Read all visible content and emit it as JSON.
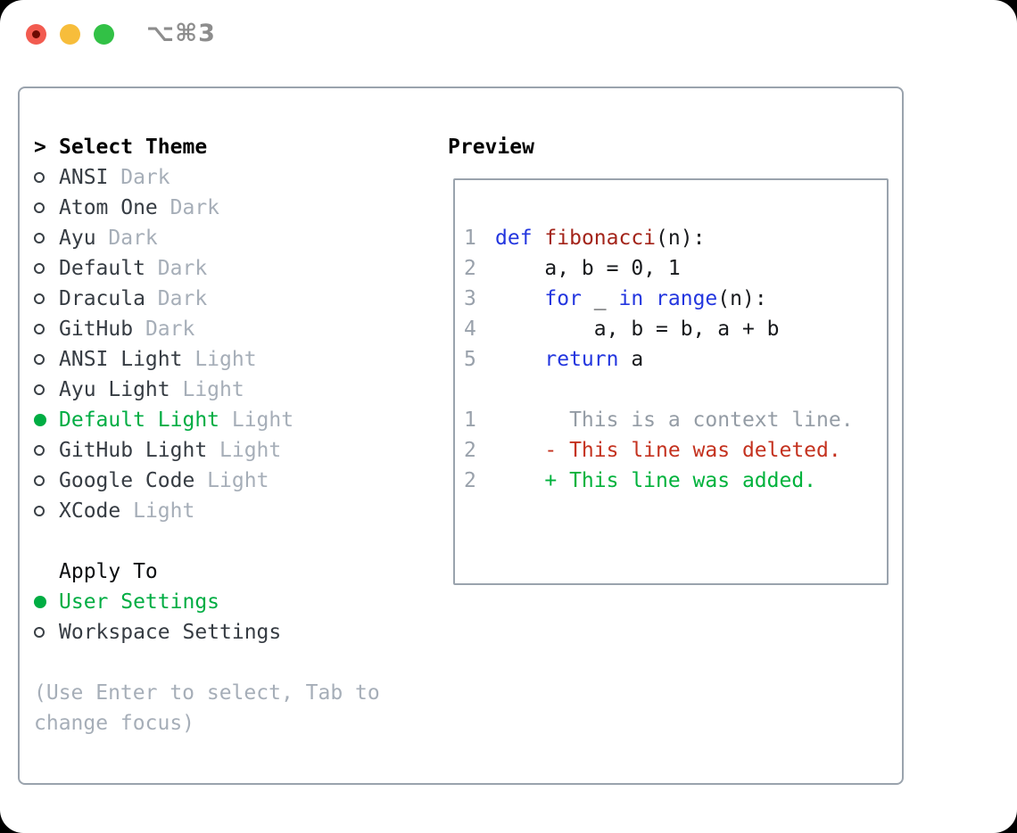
{
  "titlebar": {
    "shortcut": "⌥⌘3"
  },
  "theme_picker": {
    "header_prefix": ">",
    "header": "Select Theme",
    "items": [
      {
        "name": "ANSI",
        "variant": "Dark",
        "selected": false
      },
      {
        "name": "Atom One",
        "variant": "Dark",
        "selected": false
      },
      {
        "name": "Ayu",
        "variant": "Dark",
        "selected": false
      },
      {
        "name": "Default",
        "variant": "Dark",
        "selected": false
      },
      {
        "name": "Dracula",
        "variant": "Dark",
        "selected": false
      },
      {
        "name": "GitHub",
        "variant": "Dark",
        "selected": false
      },
      {
        "name": "ANSI Light",
        "variant": "Light",
        "selected": false
      },
      {
        "name": "Ayu Light",
        "variant": "Light",
        "selected": false
      },
      {
        "name": "Default Light",
        "variant": "Light",
        "selected": true
      },
      {
        "name": "GitHub Light",
        "variant": "Light",
        "selected": false
      },
      {
        "name": "Google Code",
        "variant": "Light",
        "selected": false
      },
      {
        "name": "XCode",
        "variant": "Light",
        "selected": false
      }
    ],
    "apply_to": {
      "label": "Apply To",
      "options": [
        {
          "label": "User Settings",
          "selected": true
        },
        {
          "label": "Workspace Settings",
          "selected": false
        }
      ]
    },
    "hint_lines": [
      "(Use Enter to select, Tab to",
      "change focus)"
    ]
  },
  "preview": {
    "title": "Preview",
    "code_lines": [
      {
        "ln": "1",
        "kind": "code",
        "tokens": [
          {
            "t": "def",
            "c": "kw"
          },
          {
            "t": " ",
            "c": "pl"
          },
          {
            "t": "fibonacci",
            "c": "fn"
          },
          {
            "t": "(n):",
            "c": "pl"
          }
        ]
      },
      {
        "ln": "2",
        "kind": "code",
        "tokens": [
          {
            "t": "    a, b = 0, 1",
            "c": "pl"
          }
        ]
      },
      {
        "ln": "3",
        "kind": "code",
        "tokens": [
          {
            "t": "    ",
            "c": "pl"
          },
          {
            "t": "for",
            "c": "kw"
          },
          {
            "t": " _ ",
            "c": "pl"
          },
          {
            "t": "in",
            "c": "kw"
          },
          {
            "t": " ",
            "c": "pl"
          },
          {
            "t": "range",
            "c": "kw"
          },
          {
            "t": "(n):",
            "c": "pl"
          }
        ]
      },
      {
        "ln": "4",
        "kind": "code",
        "tokens": [
          {
            "t": "        a, b = b, a + b",
            "c": "pl"
          }
        ]
      },
      {
        "ln": "5",
        "kind": "code",
        "tokens": [
          {
            "t": "    ",
            "c": "pl"
          },
          {
            "t": "return",
            "c": "kw"
          },
          {
            "t": " a",
            "c": "pl"
          }
        ]
      },
      {
        "ln": "",
        "kind": "blank",
        "tokens": []
      },
      {
        "ln": "1",
        "kind": "diff-context",
        "tokens": [
          {
            "t": "      This is a context line.",
            "c": "ctx"
          }
        ]
      },
      {
        "ln": "2",
        "kind": "diff-deleted",
        "tokens": [
          {
            "t": "    ",
            "c": "pl"
          },
          {
            "t": "- This line was deleted.",
            "c": "del"
          }
        ]
      },
      {
        "ln": "2",
        "kind": "diff-added",
        "tokens": [
          {
            "t": "    ",
            "c": "pl"
          },
          {
            "t": "+ This line was added.",
            "c": "add"
          }
        ]
      }
    ]
  },
  "colors": {
    "accent-green": "#00ad43",
    "keyword-blue": "#2336df",
    "function-red": "#a3241a",
    "deleted-red": "#c4321f",
    "added-green": "#00b23c",
    "muted-gray": "#a6aeb8",
    "line-number-gray": "#99a1ab",
    "context-gray": "#949ca5",
    "text-dark": "#363c43",
    "code-text": "#17191c",
    "ring-color": "#3a4046",
    "border-gray": "#9aa3ad",
    "shortcut-gray": "#8d8d8d",
    "traffic-red": "#f25b50",
    "traffic-red-dot": "#6b0a02",
    "traffic-yellow": "#f7bd3b",
    "traffic-green": "#32c146"
  }
}
